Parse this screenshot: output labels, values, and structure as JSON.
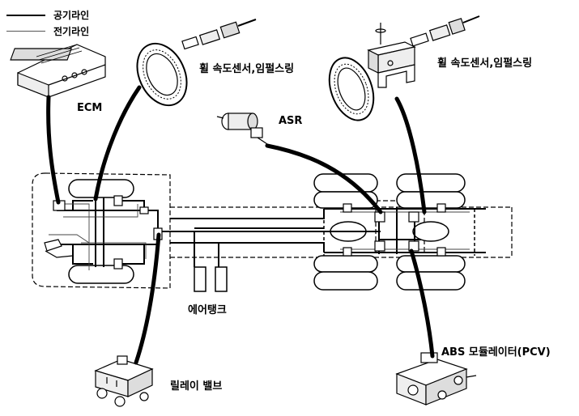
{
  "legend": {
    "air_line": "공기라인",
    "electric_line": "전기라인"
  },
  "labels": {
    "ecm": "ECM",
    "wheel_sensor_front": "휠 속도센서,임펄스링",
    "wheel_sensor_rear": "휠 속도센서,임펄스링",
    "asr": "ASR",
    "air_tank": "에어탱크",
    "relay_valve": "릴레이 밸브",
    "abs_modulator": "ABS 모듈레이터(PCV)"
  },
  "colors": {
    "line": "#000000",
    "electric": "#555555",
    "background": "#ffffff"
  }
}
